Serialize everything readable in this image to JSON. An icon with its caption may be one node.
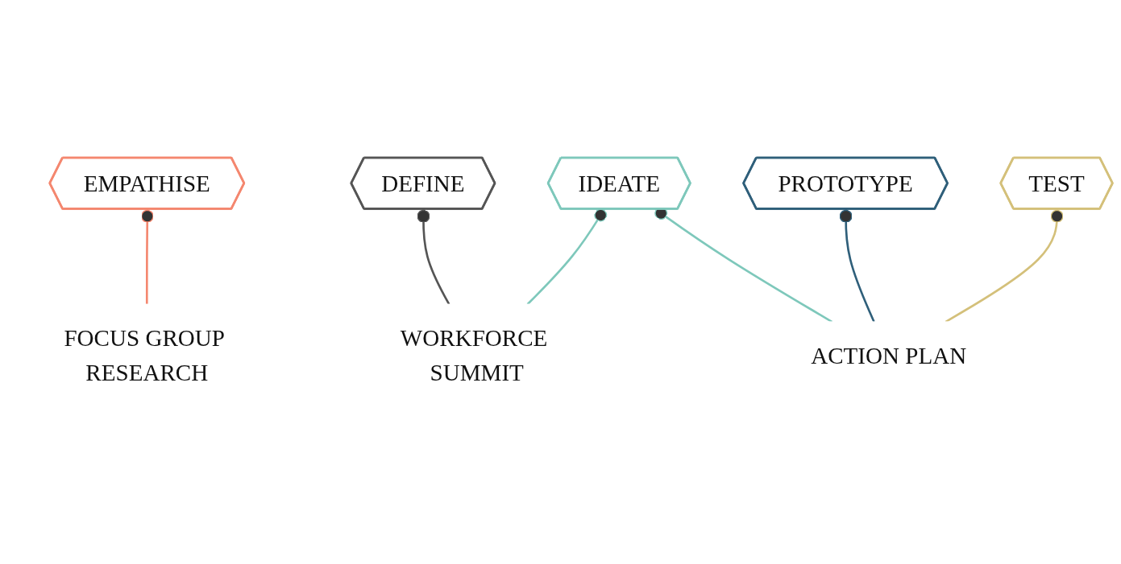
{
  "diagram": {
    "nodes": [
      {
        "text": [
          "EMPATHISE"
        ]
      },
      {
        "text": [
          "DEFINE"
        ]
      },
      {
        "text": [
          "IDEATE"
        ]
      },
      {
        "text": [
          "PROTOTYPE"
        ]
      },
      {
        "text": [
          "TEST"
        ]
      },
      {
        "text": [
          "FOCUS GROUP RESEARCH"
        ]
      },
      {
        "text": [
          "WORKFORCE SUMMIT"
        ]
      },
      {
        "text": [
          "ACTION PLAN"
        ]
      }
    ],
    "edges": [
      {
        "from": 5,
        "to": 0,
        "arrow": "other",
        "color": "#f4876f"
      },
      {
        "from": 6,
        "to": 1,
        "arrow": "other",
        "color": "#555555"
      },
      {
        "from": 6,
        "to": 2,
        "arrow": "other",
        "color": "#7ec8bb"
      },
      {
        "from": 7,
        "to": 2,
        "arrow": "other",
        "color": "#7ec8bb"
      },
      {
        "from": 7,
        "to": 3,
        "arrow": "other",
        "color": "#2f5f7a"
      },
      {
        "from": 7,
        "to": 4,
        "arrow": "other",
        "color": "#d4c07a"
      }
    ]
  }
}
